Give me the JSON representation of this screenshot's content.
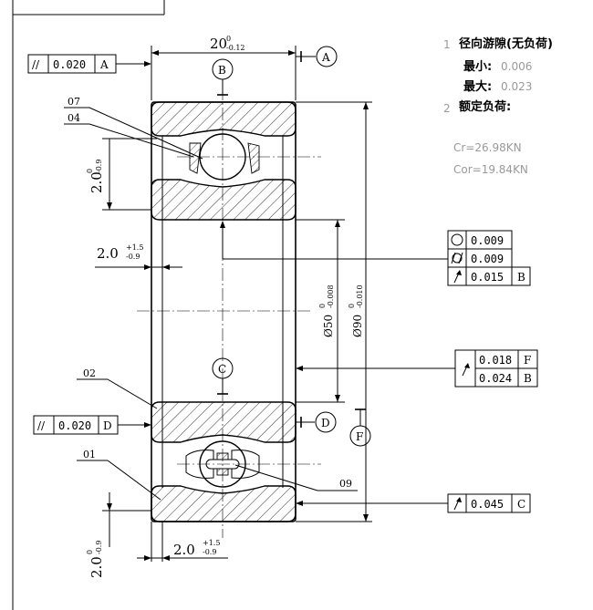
{
  "notes": {
    "item1_num": "1",
    "item1_title": "径向游隙(无负荷)",
    "min_label": "最小:",
    "min_value": "0.006",
    "max_label": "最大:",
    "max_value": "0.023",
    "item2_num": "2",
    "item2_title": "额定负荷:",
    "cr": "Cr=26.98KN",
    "cor": "Cor=19.84KN"
  },
  "datums": {
    "a": "A",
    "b": "B",
    "c": "C",
    "d": "D",
    "f": "F"
  },
  "dimensions": {
    "width_main": "20",
    "width_upper": "0",
    "width_lower": "-0.12",
    "bore_main": "Ø50",
    "bore_upper": "0",
    "bore_lower": "-0.008",
    "outer_main": "Ø90",
    "outer_upper": "0",
    "outer_lower": "-0.010",
    "chamfer_main": "2.0",
    "chamfer_tol_upper": "0",
    "chamfer_tol_lower": "-0.9",
    "chamfer_tol2_upper": "+1.5",
    "chamfer_tol2_lower": "-0.9"
  },
  "callouts": {
    "p07": "07",
    "p04": "04",
    "p02": "02",
    "p01": "01",
    "p09": "09"
  },
  "tolerances": {
    "par_top_sym": "//",
    "par_top_val": "0.020",
    "par_top_ref": "A",
    "par_bot_sym": "//",
    "par_bot_val": "0.020",
    "par_bot_ref": "D",
    "round_val": "0.009",
    "cyl_val": "0.009",
    "runout_b_val": "0.015",
    "runout_b_ref": "B",
    "runout_f_val": "0.018",
    "runout_f_ref": "F",
    "runout_b2_val": "0.024",
    "runout_b2_ref": "B",
    "runout_c_val": "0.045",
    "runout_c_ref": "C"
  }
}
